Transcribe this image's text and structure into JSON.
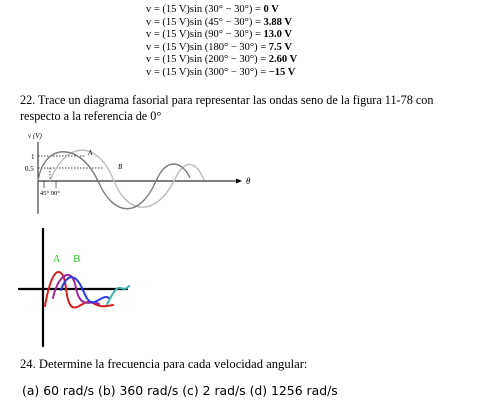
{
  "equations": [
    {
      "expr": "v = (15 V)sin (30° − 30°) = ",
      "value": "0 V"
    },
    {
      "expr": "v = (15 V)sin (45° − 30°) = ",
      "value": "3.88 V"
    },
    {
      "expr": "v = (15 V)sin (90° − 30°) = ",
      "value": "13.0 V"
    },
    {
      "expr": "v = (15 V)sin (180° − 30°) = ",
      "value": "7.5 V"
    },
    {
      "expr": "v = (15 V)sin (200° − 30°) = ",
      "value": "2.60 V"
    },
    {
      "expr": "v = (15 V)sin (300° − 30°) = ",
      "value": "−15 V"
    }
  ],
  "question22": "22. Trace un diagrama fasorial para representar las ondas seno de la figura 11-78 con respecto a la referencia de 0°",
  "figure": {
    "y_axis_label": "v (V)",
    "tick_1": "1",
    "tick_05": "0.5",
    "x_axis_label": "θ",
    "label_a": "A",
    "label_b": "B",
    "angles_label": "45° 90°"
  },
  "hand_drawing": {
    "label_a": "A",
    "label_b": "B",
    "colors": {
      "a": "#31c72a",
      "b": "#2b3ce0",
      "red": "#d42020",
      "purple": "#9b2a9b",
      "teal": "#3fb7b0"
    }
  },
  "question24": "24. Determine la frecuencia para cada velocidad angular:",
  "options": "(a) 60 rad/s (b) 360 rad/s (c) 2 rad/s (d) 1256 rad/s"
}
